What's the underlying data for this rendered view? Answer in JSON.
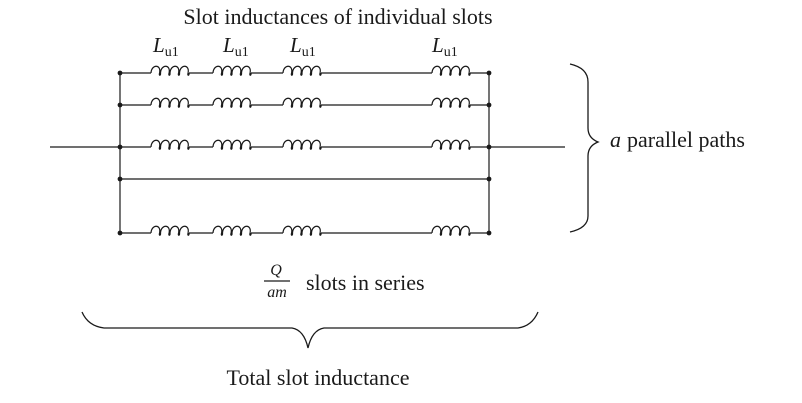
{
  "title": "Slot inductances of individual slots",
  "inductor_label": {
    "symbol": "L",
    "subscript": "u1"
  },
  "parallel_label": {
    "variable": "a",
    "text": "parallel paths"
  },
  "series_label": {
    "numerator": "Q",
    "denominator": "am",
    "text": "slots in series"
  },
  "total_label": "Total slot inductance",
  "colors": {
    "line": "#1a1a1a",
    "background": "#ffffff"
  }
}
